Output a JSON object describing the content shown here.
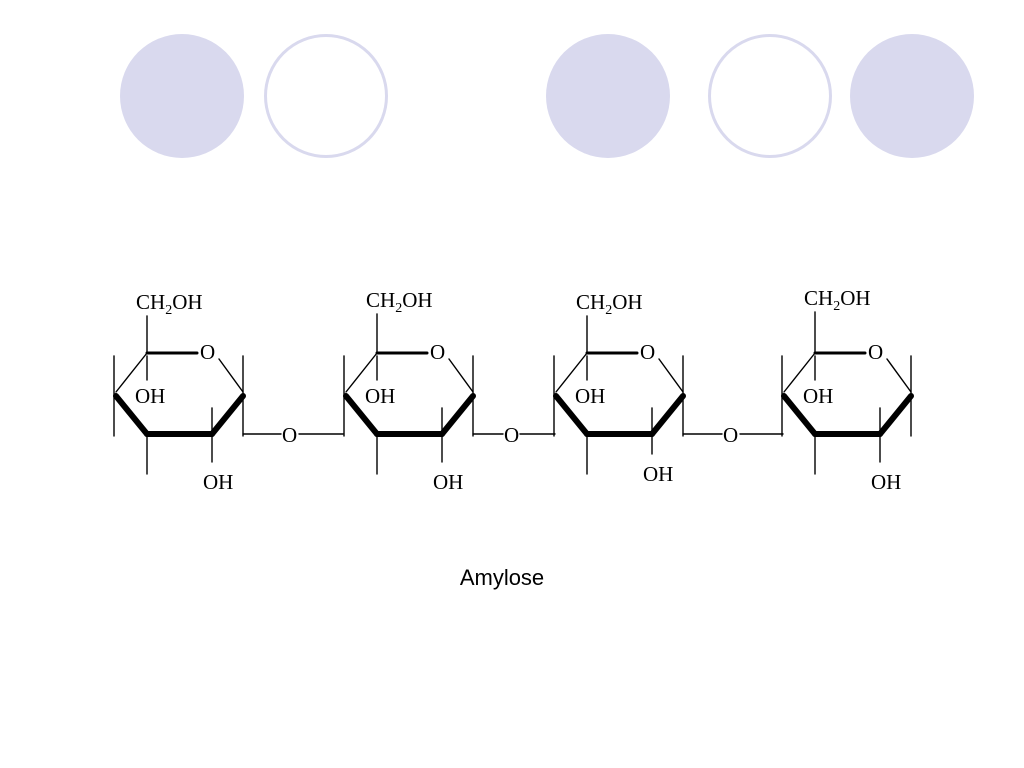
{
  "slide": {
    "accent_color": "#d9d9ee",
    "caption": "Amylose"
  },
  "diagram": {
    "glucose_units": [
      {
        "substituent_top": {
          "main": "CH",
          "sub": "2",
          "tail": "OH"
        },
        "ring_oxygen": "O",
        "hydroxyl_inner": "OH",
        "hydroxyl_bottom": "OH"
      },
      {
        "substituent_top": {
          "main": "CH",
          "sub": "2",
          "tail": "OH"
        },
        "ring_oxygen": "O",
        "hydroxyl_inner": "OH",
        "hydroxyl_bottom": "OH"
      },
      {
        "substituent_top": {
          "main": "CH",
          "sub": "2",
          "tail": "OH"
        },
        "ring_oxygen": "O",
        "hydroxyl_inner": "OH",
        "hydroxyl_bottom": "OH"
      },
      {
        "substituent_top": {
          "main": "CH",
          "sub": "2",
          "tail": "OH"
        },
        "ring_oxygen": "O",
        "hydroxyl_inner": "OH",
        "hydroxyl_bottom": "OH"
      }
    ],
    "glycosidic_oxygens": [
      "O",
      "O",
      "O"
    ]
  }
}
